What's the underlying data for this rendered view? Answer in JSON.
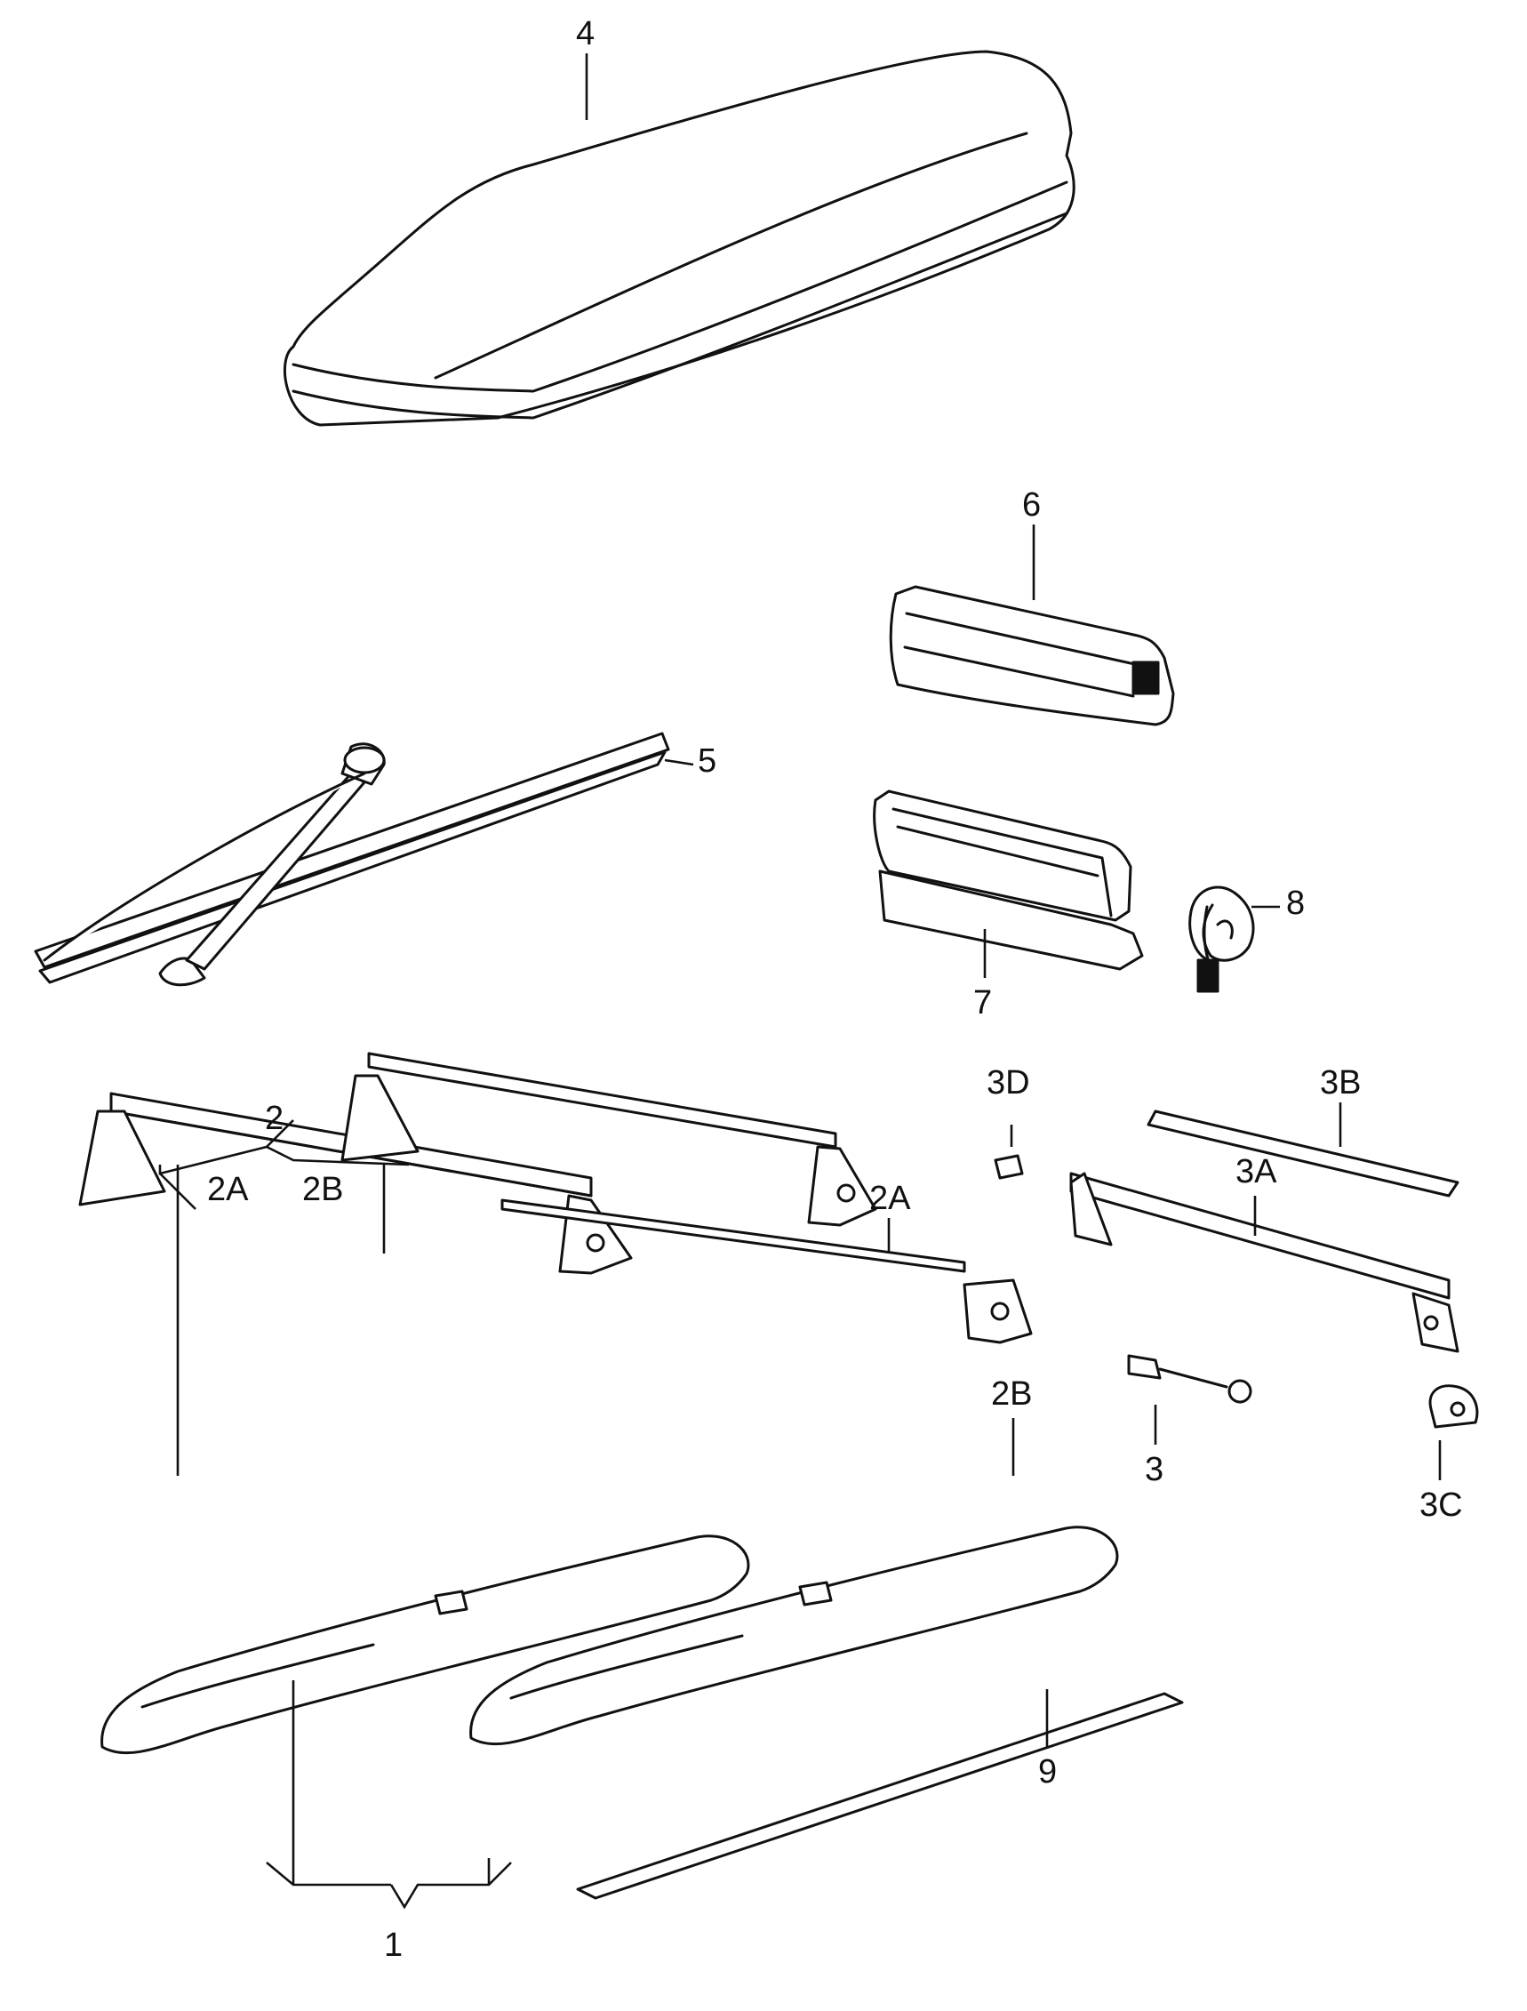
{
  "callouts": {
    "c4": "4",
    "c6": "6",
    "c5": "5",
    "c7": "7",
    "c8": "8",
    "c3D": "3D",
    "c3B": "3B",
    "c3A": "3A",
    "c2": "2",
    "c2A_left": "2A",
    "c2B_left": "2B",
    "c2A_right": "2A",
    "c2B_right": "2B",
    "c3": "3",
    "c3C": "3C",
    "c9": "9",
    "c1": "1"
  },
  "colors": {
    "line": "#111111",
    "background": "#ffffff"
  }
}
